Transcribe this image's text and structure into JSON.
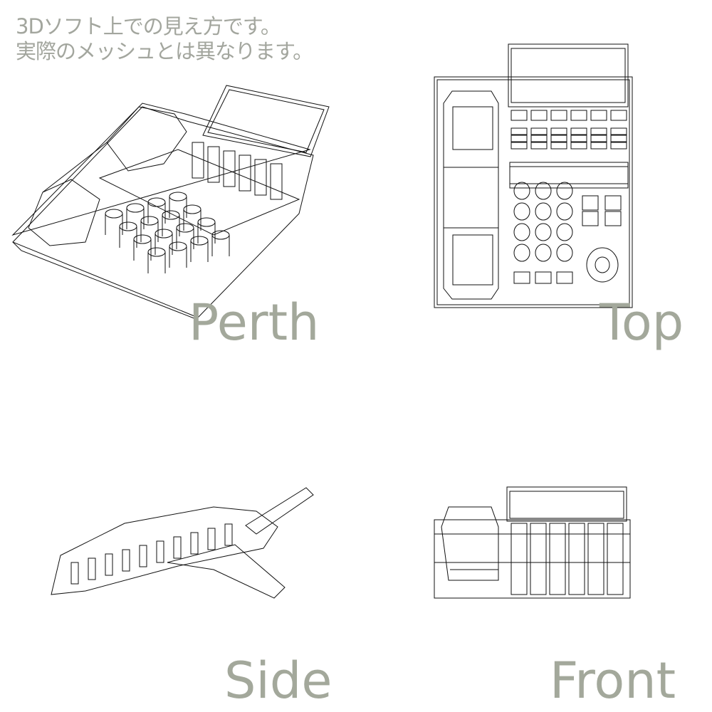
{
  "note": {
    "line1": "3Dソフト上での見え方です。",
    "line2": "実際のメッシュとは異なります。"
  },
  "views": {
    "perspective": "Perth",
    "top": "Top",
    "side": "Side",
    "front": "Front"
  },
  "colors": {
    "label": "#a3a89b",
    "wire": "#111111"
  }
}
